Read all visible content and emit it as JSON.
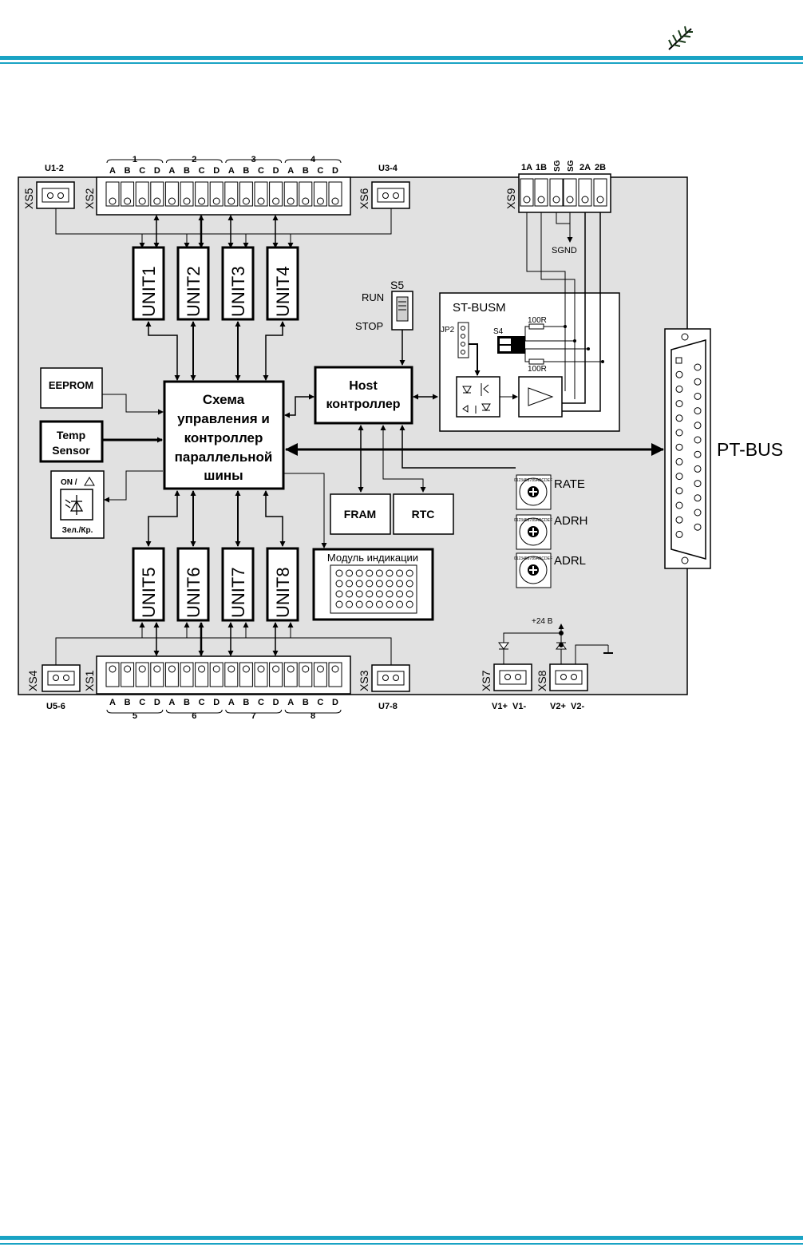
{
  "theme": {
    "accent": "#1aa3c4",
    "board_fill": "#e1e1e1",
    "line": "#000000"
  },
  "logo": {
    "icon": "fir-branch-icon"
  },
  "top_connectors": {
    "xs2_label": "XS2",
    "xs5_label": "XS5",
    "xs6_label": "XS6",
    "u12_label": "U1-2",
    "u34_label": "U3-4",
    "groups": [
      "1",
      "2",
      "3",
      "4"
    ],
    "pins": [
      "A",
      "B",
      "C",
      "D",
      "A",
      "B",
      "C",
      "D",
      "A",
      "B",
      "C",
      "D",
      "A",
      "B",
      "C",
      "D"
    ]
  },
  "bottom_connectors": {
    "xs1_label": "XS1",
    "xs4_label": "XS4",
    "xs3_label": "XS3",
    "u56_label": "U5-6",
    "u78_label": "U7-8",
    "groups": [
      "5",
      "6",
      "7",
      "8"
    ],
    "pins": [
      "A",
      "B",
      "C",
      "D",
      "A",
      "B",
      "C",
      "D",
      "A",
      "B",
      "C",
      "D",
      "A",
      "B",
      "C",
      "D"
    ]
  },
  "units": {
    "top": [
      "UNIT1",
      "UNIT2",
      "UNIT3",
      "UNIT4"
    ],
    "bottom": [
      "UNIT5",
      "UNIT6",
      "UNIT7",
      "UNIT8"
    ]
  },
  "blocks": {
    "eeprom": "EEPROM",
    "temp_line1": "Temp",
    "temp_line2": "Sensor",
    "led_top": "ON /",
    "led_bottom": "Зел./Кр.",
    "main_lines": [
      "Схема",
      "управления и",
      "контроллер",
      "параллельной",
      "шины"
    ],
    "host_line1": "Host",
    "host_line2": "контроллер",
    "fram": "FRAM",
    "rtc": "RTC",
    "indication": "Модуль индикации"
  },
  "switch": {
    "s5": "S5",
    "run": "RUN",
    "stop": "STOP"
  },
  "busm": {
    "title": "ST-BUSM",
    "jp2": "JP2",
    "s4": "S4",
    "r1": "100R",
    "r2": "100R",
    "sgnd": "SGND",
    "xs9": "XS9",
    "terminals": [
      "1A",
      "1B",
      "SG",
      "SG",
      "2A",
      "2B"
    ]
  },
  "rotary": {
    "rate": "RATE",
    "adrh": "ADRH",
    "adrl": "ADRL",
    "digits": "0123456789ABCDEF"
  },
  "ptbus": {
    "label": "PT-BUS"
  },
  "power": {
    "v24": "+24 В",
    "xs7": "XS7",
    "xs8": "XS8",
    "v1": "V1+  V1-",
    "v2": "V2+  V2-"
  }
}
